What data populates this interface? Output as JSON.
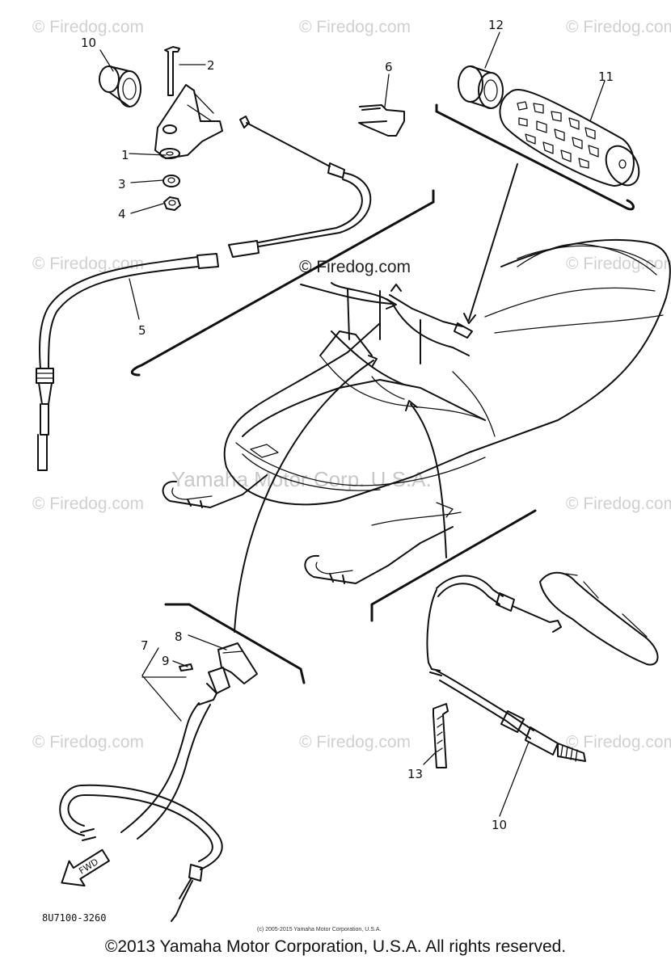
{
  "watermarks": {
    "firedog": "© Firedog.com",
    "ymc": "Yamaha Motor Corp. U.S.A."
  },
  "callouts": {
    "c1": "1",
    "c2": "2",
    "c3": "3",
    "c4": "4",
    "c5": "5",
    "c6": "6",
    "c7": "7",
    "c8": "8",
    "c9": "9",
    "c10a": "10",
    "c10b": "10",
    "c11": "11",
    "c12": "12",
    "c13": "13"
  },
  "diagram_code": "8U7100-3260",
  "fwd_label": "FWD",
  "small_copyright": "(c) 2005-2015 Yamaha Motor Corporation, U.S.A.",
  "footer_copyright": "©2013 Yamaha Motor Corporation, U.S.A. All rights reserved."
}
